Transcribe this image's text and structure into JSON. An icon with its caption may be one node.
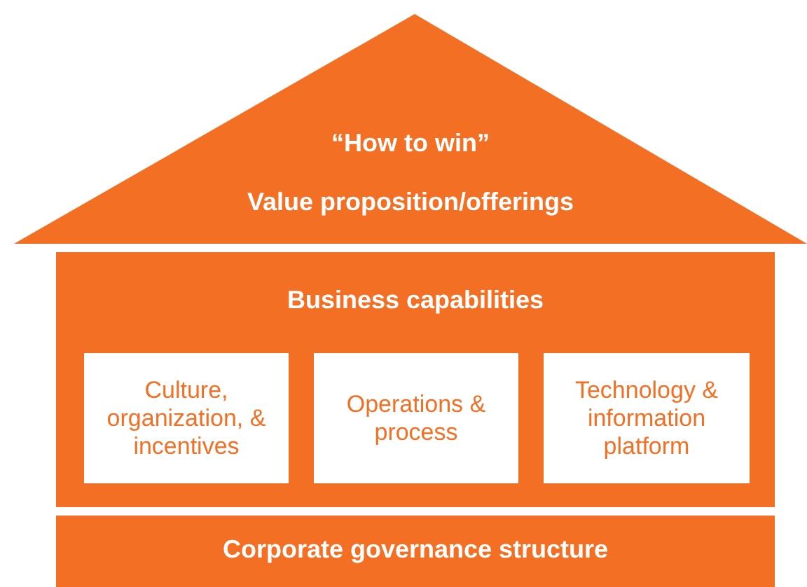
{
  "diagram": {
    "nodes": [
      {
        "text": [
          "“How to win”",
          "Value proposition/offerings"
        ]
      },
      {
        "text": [
          "Business capabilities"
        ]
      },
      {
        "text": [
          "Culture, organization, & incentives"
        ],
        "in": 1
      },
      {
        "text": [
          "Operations & process"
        ],
        "in": 1
      },
      {
        "text": [
          "Technology & information platform"
        ],
        "in": 1
      },
      {
        "text": [
          "Corporate governance structure"
        ]
      }
    ],
    "edges": []
  }
}
